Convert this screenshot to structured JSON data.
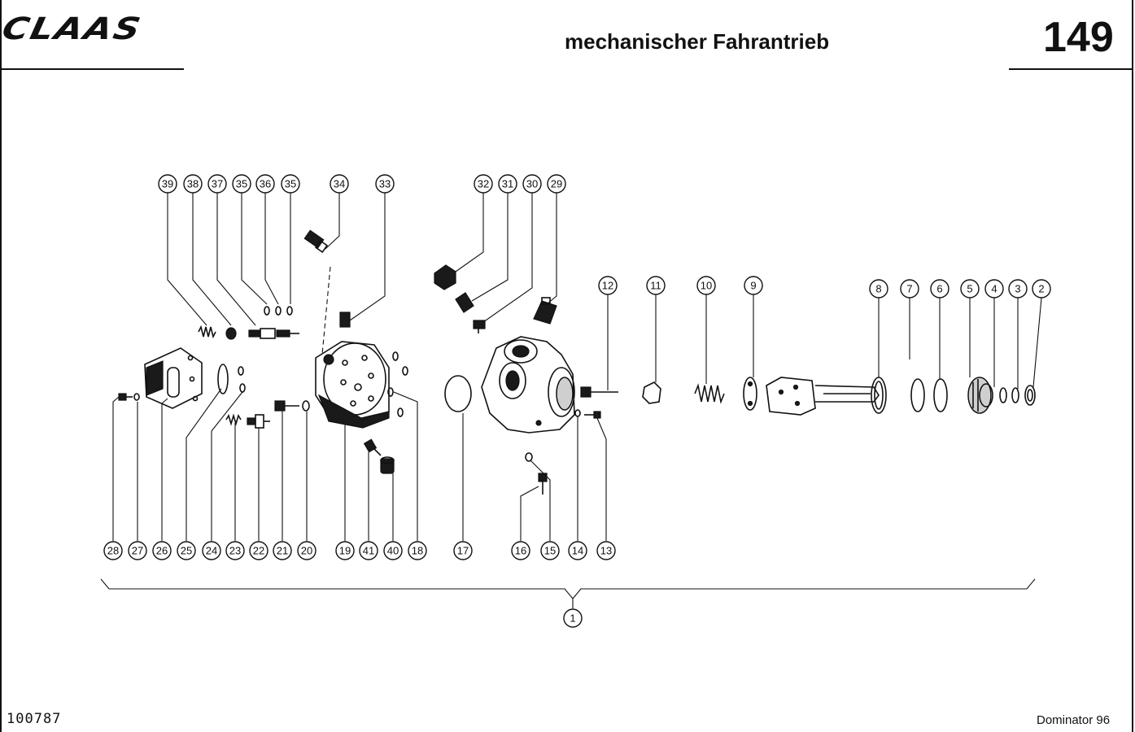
{
  "header": {
    "brand": "CLAAS",
    "title": "mechanischer Fahrantrieb",
    "page_number": "149"
  },
  "footer": {
    "doc_number": "100787",
    "model": "Dominator 96"
  },
  "callouts": {
    "top_left": [
      "39",
      "38",
      "37",
      "35",
      "36",
      "35",
      "34",
      "33"
    ],
    "top_middle": [
      "32",
      "31",
      "30",
      "29"
    ],
    "top_right": [
      "12",
      "11",
      "10",
      "9",
      "8",
      "7",
      "6",
      "5",
      "4",
      "3",
      "2"
    ],
    "bottom": [
      "28",
      "27",
      "26",
      "25",
      "24",
      "23",
      "22",
      "21",
      "20",
      "19",
      "41",
      "40",
      "18",
      "17",
      "16",
      "15",
      "14",
      "13"
    ],
    "assembly": "1"
  },
  "colors": {
    "ink": "#111111",
    "paper": "#ffffff"
  }
}
